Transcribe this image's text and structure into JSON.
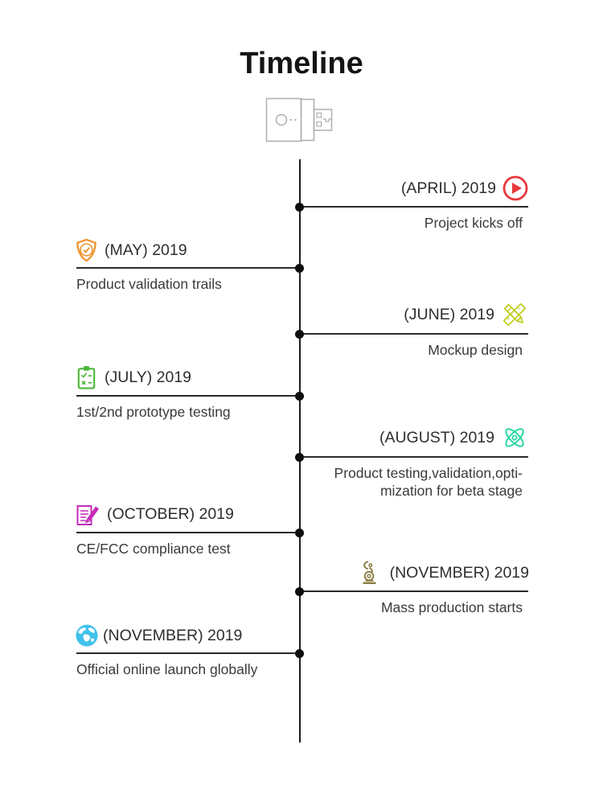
{
  "title": "Timeline",
  "product_image": {
    "icon": "usb-dongle-illustration",
    "outline_color": "#aeaeae"
  },
  "timeline": {
    "axis_color": "#1d1d1d",
    "node_color": "#0e0e0e",
    "entries": [
      {
        "side": "right",
        "date": "(APRIL) 2019",
        "description": "Project kicks off",
        "icon": "play-icon",
        "icon_color": "#e8393e"
      },
      {
        "side": "left",
        "date": "(MAY) 2019",
        "description": "Product validation trails",
        "icon": "shield-check-icon",
        "icon_color": "#f0922c"
      },
      {
        "side": "right",
        "date": "(JUNE) 2019",
        "description": "Mockup design",
        "icon": "pencil-ruler-icon",
        "icon_color": "#c2ce25"
      },
      {
        "side": "left",
        "date": "(JULY) 2019",
        "description": "1st/2nd prototype testing",
        "icon": "clipboard-checklist-icon",
        "icon_color": "#4db83a"
      },
      {
        "side": "right",
        "date": "(AUGUST) 2019",
        "description": "Product testing,validation,opti-\nmization for beta stage",
        "icon": "atom-icon",
        "icon_color": "#2bd8a4"
      },
      {
        "side": "left",
        "date": "(OCTOBER) 2019",
        "description": "CE/FCC compliance test",
        "icon": "document-pen-icon",
        "icon_color": "#c32cba"
      },
      {
        "side": "right",
        "date": "(NOVEMBER) 2019",
        "description": "Mass production starts",
        "icon": "robot-arm-icon",
        "icon_color": "#8a7b41"
      },
      {
        "side": "left",
        "date": "(NOVEMBER) 2019",
        "description": "Official online launch globally",
        "icon": "globe-icon",
        "icon_color": "#3fc2eb"
      }
    ]
  }
}
